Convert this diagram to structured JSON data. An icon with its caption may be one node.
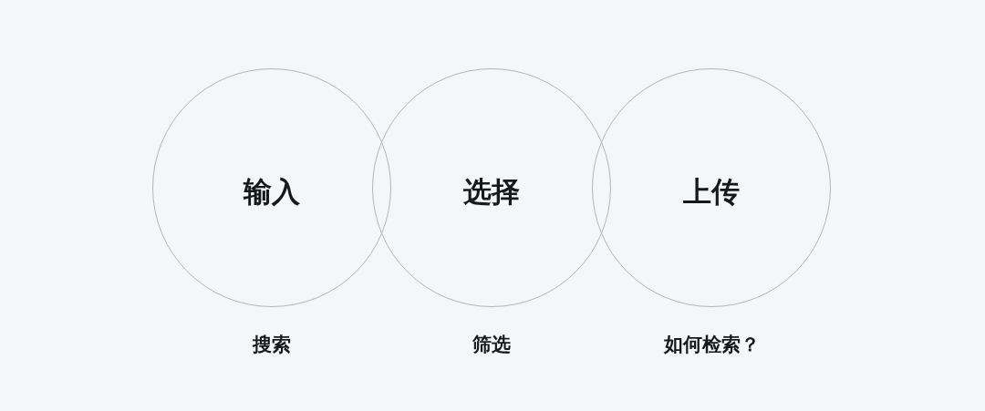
{
  "diagram": {
    "nodes": [
      {
        "text": [
          "输入"
        ],
        "beside": [
          "搜索"
        ]
      },
      {
        "text": [
          "选择"
        ],
        "beside": [
          "筛选"
        ]
      },
      {
        "text": [
          "上传"
        ],
        "beside": [
          "如何检索？"
        ]
      }
    ]
  }
}
